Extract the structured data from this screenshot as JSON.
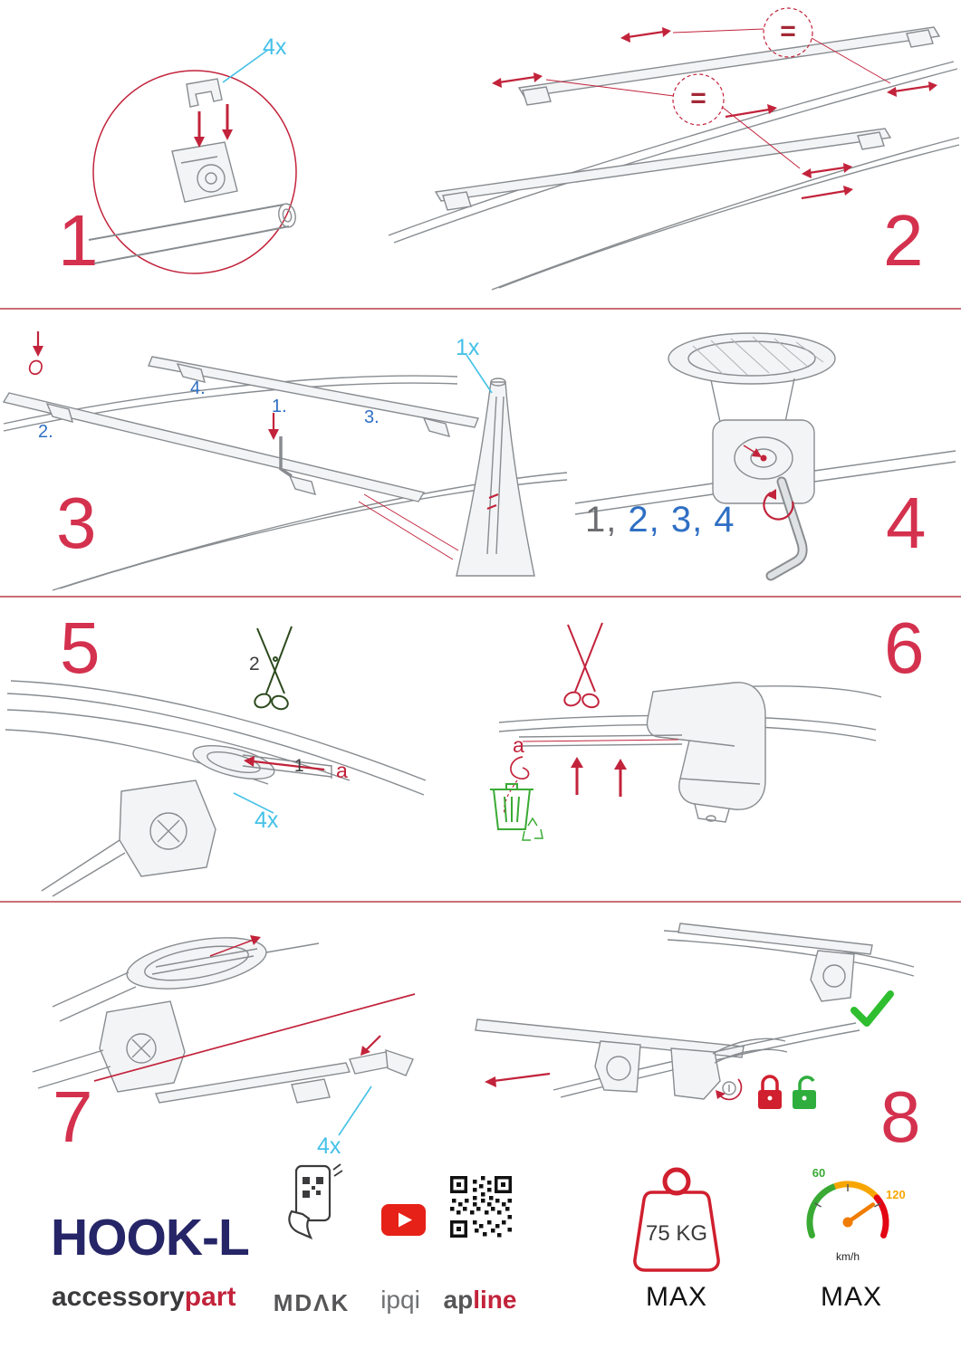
{
  "document": {
    "type": "assembly-instructions"
  },
  "colors": {
    "step_number": "#d4314e",
    "accent_red": "#c2233b",
    "cyan": "#45c1e8",
    "blue": "#2f6fc4",
    "green": "#3aaa35",
    "navy": "#252567",
    "dark_gray": "#3b3b3d"
  },
  "steps": [
    {
      "number": "1",
      "qty": "4x"
    },
    {
      "number": "2",
      "equal_top": "=",
      "equal_mid": "="
    },
    {
      "number": "3",
      "marker1": "1.",
      "marker2": "2.",
      "marker3": "3.",
      "marker4": "4.",
      "qty": "1x"
    },
    {
      "number": "4",
      "seq_current": "1,",
      "seq_rest": "2, 3, 4"
    },
    {
      "number": "5",
      "cut_label": "2",
      "pull_label": "1",
      "strap_label": "a",
      "qty": "4x"
    },
    {
      "number": "6",
      "strap_label": "a"
    },
    {
      "number": "7",
      "qty": "4x"
    },
    {
      "number": "8"
    }
  ],
  "footer": {
    "product": "HOOK-L",
    "brand_gray": "accessory",
    "brand_red": "part",
    "logo_mdak": "MDΛK",
    "logo_ipqi": "ipqi",
    "logo_ap_gray": "ap",
    "logo_ap_red": "line",
    "weight_value": "75 KG",
    "weight_max": "MAX",
    "speed_low": "60",
    "speed_high": "120",
    "speed_unit": "km/h",
    "speed_max": "MAX"
  }
}
